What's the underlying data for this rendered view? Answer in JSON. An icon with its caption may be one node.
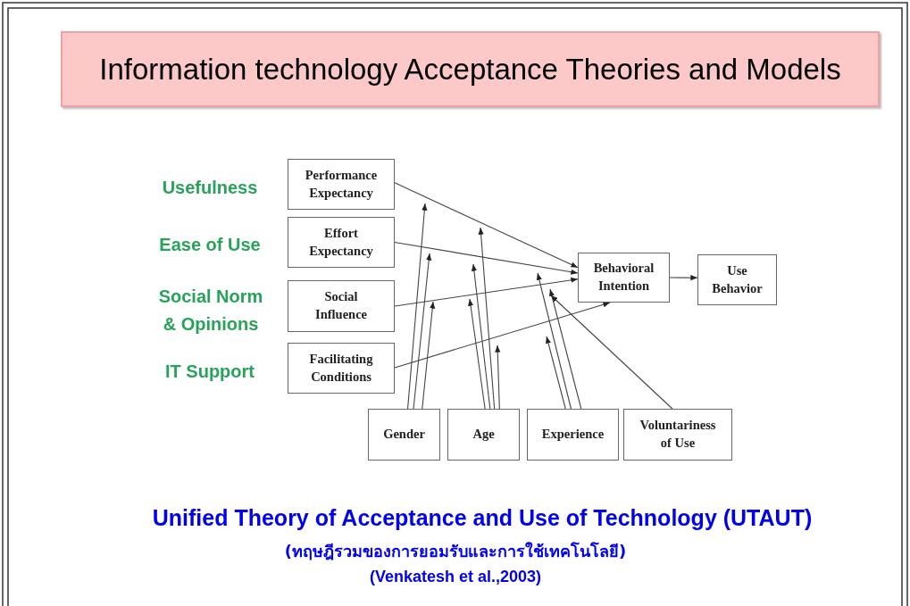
{
  "diagram": {
    "title": "Information technology Acceptance Theories and Models",
    "caption": "Unified Theory of Acceptance and Use of Technology (UTAUT)",
    "nodes": [
      {
        "text": [
          "Performance Expectancy"
        ]
      },
      {
        "text": [
          "Effort Expectancy"
        ]
      },
      {
        "text": [
          "Social Influence"
        ]
      },
      {
        "text": [
          "Facilitating Conditions"
        ]
      },
      {
        "text": [
          "Behavioral Intention"
        ]
      },
      {
        "text": [
          "Use Behavior"
        ]
      },
      {
        "text": [
          "Gender"
        ]
      },
      {
        "text": [
          "Age"
        ]
      },
      {
        "text": [
          "Experience"
        ]
      },
      {
        "text": [
          "Voluntariness of Use"
        ]
      }
    ],
    "edges": [
      {
        "from": 0,
        "to": 4,
        "arrow": "to"
      },
      {
        "from": 1,
        "to": 4,
        "arrow": "to"
      },
      {
        "from": 2,
        "to": 4,
        "arrow": "to"
      },
      {
        "from": 3,
        "to": 4,
        "arrow": "to"
      },
      {
        "from": 4,
        "to": 5,
        "arrow": "to"
      },
      {
        "from": 6,
        "to": null,
        "arrow": "to"
      },
      {
        "from": 6,
        "to": null,
        "arrow": "to"
      },
      {
        "from": 6,
        "to": null,
        "arrow": "to"
      },
      {
        "from": 7,
        "to": null,
        "arrow": "to"
      },
      {
        "from": 7,
        "to": null,
        "arrow": "to"
      },
      {
        "from": 7,
        "to": null,
        "arrow": "to"
      },
      {
        "from": 7,
        "to": null,
        "arrow": "to"
      },
      {
        "from": 8,
        "to": null,
        "arrow": "to"
      },
      {
        "from": 8,
        "to": null,
        "arrow": "to"
      },
      {
        "from": 8,
        "to": null,
        "arrow": "to"
      },
      {
        "from": 9,
        "to": null,
        "arrow": "to"
      }
    ],
    "labels": [
      "Usefulness",
      "Ease of Use",
      "Social Norm & Opinions",
      "IT Support",
      "(ทฤษฎีรวมของการยอมรับและการใช้เทคโนโลยี)",
      "(Venkatesh et al.,2003)"
    ]
  }
}
